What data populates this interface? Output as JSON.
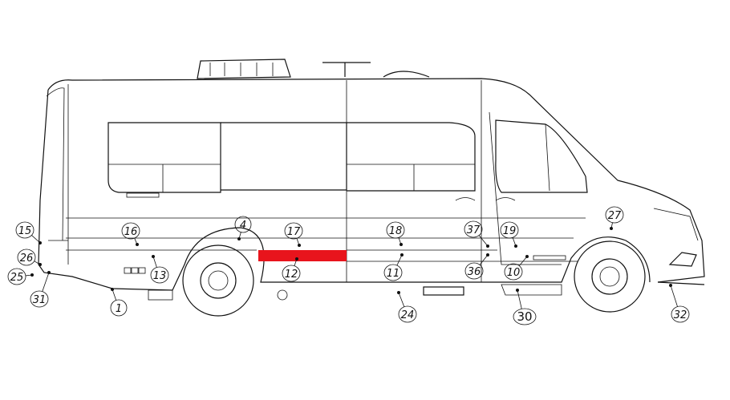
{
  "diagram": {
    "highlight_color": "#e8141c",
    "highlighted_part": "12",
    "callouts": [
      "15",
      "26",
      "25",
      "31",
      "16",
      "13",
      "1",
      "4",
      "17",
      "12",
      "18",
      "11",
      "24",
      "37",
      "36",
      "19",
      "10",
      "30",
      "27",
      "32"
    ]
  }
}
